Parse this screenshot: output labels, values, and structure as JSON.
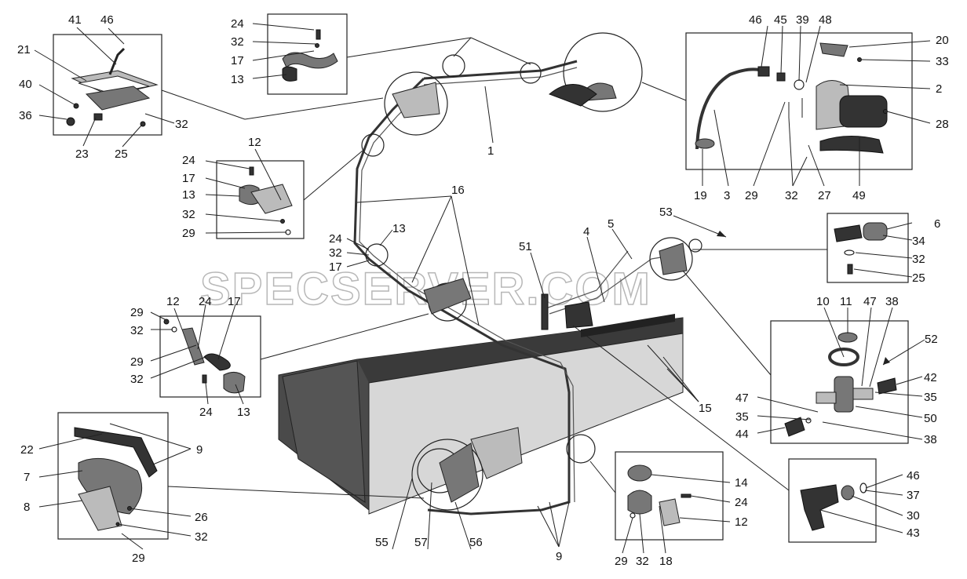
{
  "watermark": "SPECSERVER.COM",
  "callouts": {
    "c41": "41",
    "c46a": "46",
    "c21": "21",
    "c40": "40",
    "c36": "36",
    "c23": "23",
    "c25a": "25",
    "c32a": "32",
    "c24a": "24",
    "c32b": "32",
    "c17a": "17",
    "c13a": "13",
    "c1": "1",
    "c46b": "46",
    "c45": "45",
    "c39": "39",
    "c48": "48",
    "c20": "20",
    "c33": "33",
    "c2": "2",
    "c28": "28",
    "c19": "19",
    "c3": "3",
    "c29a": "29",
    "c32c": "32",
    "c27": "27",
    "c49": "49",
    "c12a": "12",
    "c24b": "24",
    "c17b": "17",
    "c13b": "13",
    "c32d": "32",
    "c29b": "29",
    "c16": "16",
    "c24c": "24",
    "c13c": "13",
    "c32e": "32",
    "c17c": "17",
    "c53": "53",
    "c51": "51",
    "c4": "4",
    "c5": "5",
    "c6": "6",
    "c34": "34",
    "c32f": "32",
    "c25b": "25",
    "c29c": "29",
    "c32g": "32",
    "c12b": "12",
    "c24d": "24",
    "c17d": "17",
    "c29d": "29",
    "c32h": "32",
    "c24e": "24",
    "c13d": "13",
    "c10": "10",
    "c11": "11",
    "c47a": "47",
    "c38a": "38",
    "c52": "52",
    "c42": "42",
    "c35a": "35",
    "c50": "50",
    "c47b": "47",
    "c35b": "35",
    "c44": "44",
    "c38b": "38",
    "c15": "15",
    "c22": "22",
    "c9a": "9",
    "c7": "7",
    "c8": "8",
    "c26": "26",
    "c32i": "32",
    "c29e": "29",
    "c55": "55",
    "c57": "57",
    "c56": "56",
    "c9b": "9",
    "c14": "14",
    "c24f": "24",
    "c12c": "12",
    "c29f": "29",
    "c32j": "32",
    "c18": "18",
    "c46c": "46",
    "c37": "37",
    "c30": "30",
    "c43": "43"
  }
}
